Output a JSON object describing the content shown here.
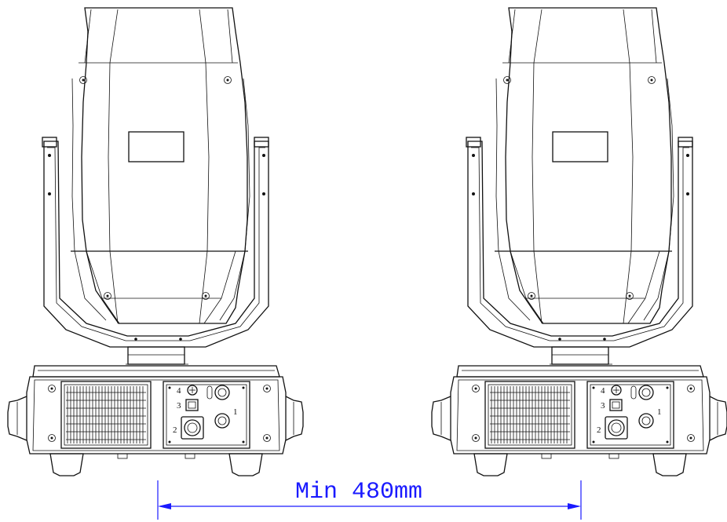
{
  "dimension": {
    "label": "Min 480mm",
    "color": "#1a1aff"
  },
  "fixtures": [
    {
      "name": "left",
      "connectors": {
        "c1": "1",
        "c2": "2",
        "c3": "3",
        "c4": "4"
      }
    },
    {
      "name": "right",
      "connectors": {
        "c1": "1",
        "c2": "2",
        "c3": "3",
        "c4": "4"
      }
    }
  ],
  "line_color": "#111111"
}
